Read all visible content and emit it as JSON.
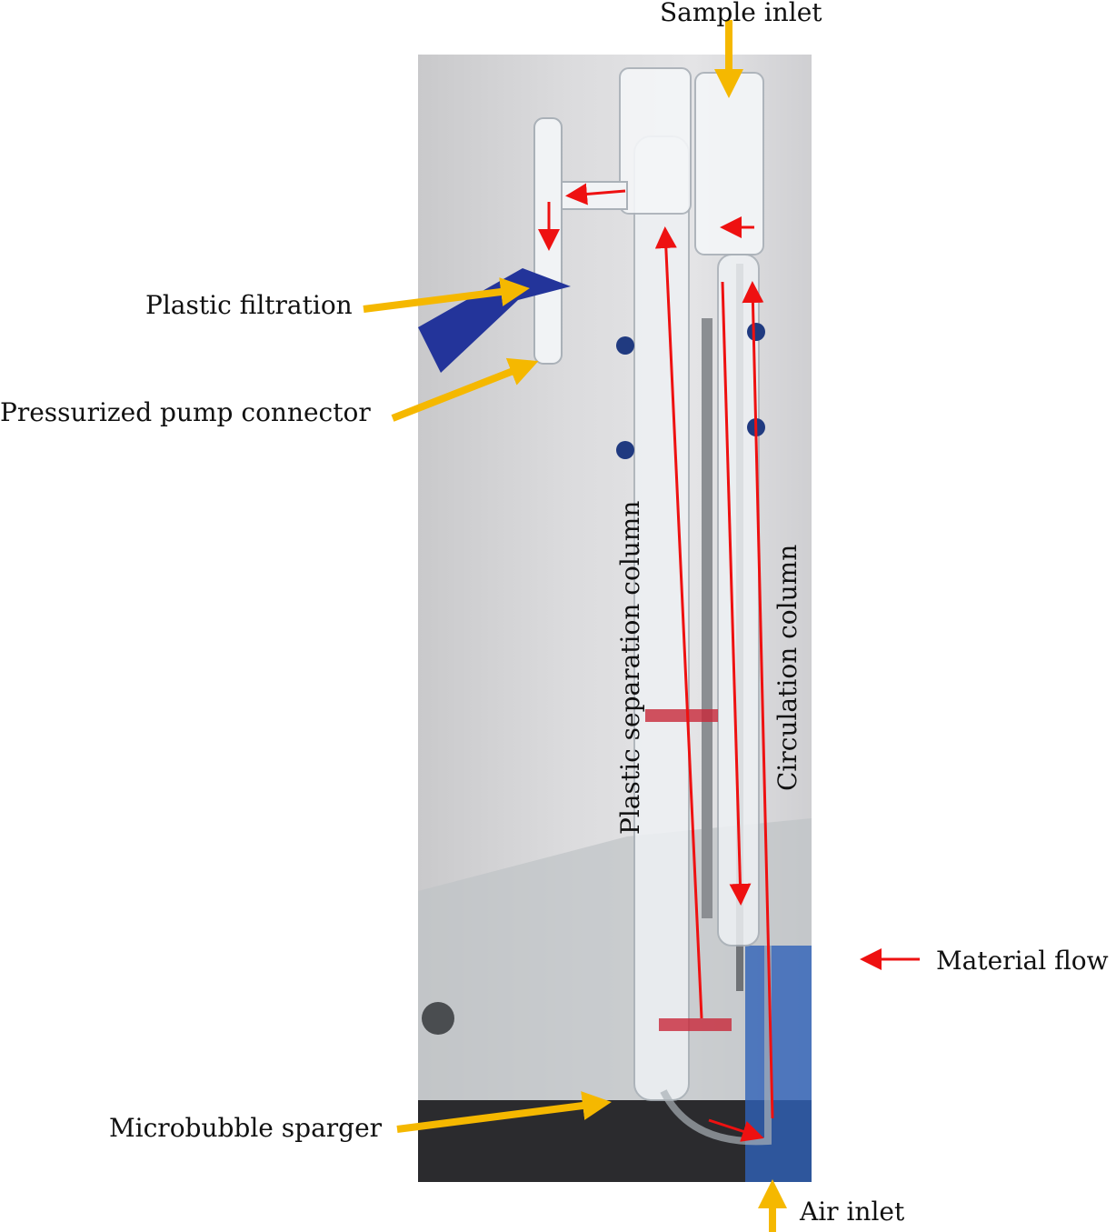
{
  "labels": {
    "sample_inlet": "Sample inlet",
    "plastic_filtration": "Plastic filtration",
    "pump_connector": "Pressurized pump connector",
    "separation_column": "Plastic separation column",
    "circulation_column": "Circulation column",
    "material_flow": "Material flow",
    "sparger": "Microbubble sparger",
    "air_inlet": "Air inlet"
  },
  "colors": {
    "label_arrow": "#f5b800",
    "flow_arrow": "#ee1111"
  }
}
